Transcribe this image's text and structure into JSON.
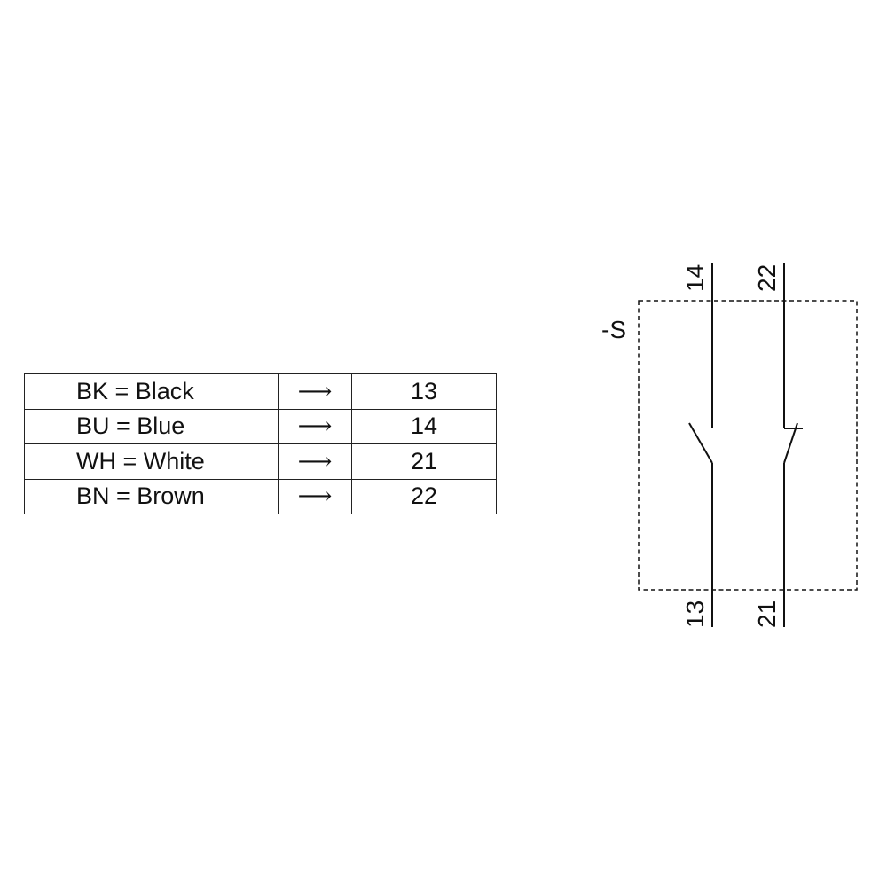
{
  "legend_table": {
    "rows": [
      {
        "name": "BK = Black",
        "arrow": "⟶",
        "terminal": "13"
      },
      {
        "name": "BU = Blue",
        "arrow": "⟶",
        "terminal": "14"
      },
      {
        "name": "WH = White",
        "arrow": "⟶",
        "terminal": "21"
      },
      {
        "name": "BN = Brown",
        "arrow": "⟶",
        "terminal": "22"
      }
    ]
  },
  "schematic": {
    "device_label": "-S",
    "contacts": [
      {
        "type": "normally-open",
        "top_terminal": "14",
        "bottom_terminal": "13"
      },
      {
        "type": "normally-closed",
        "top_terminal": "22",
        "bottom_terminal": "21"
      }
    ],
    "line_color": "#111111"
  }
}
